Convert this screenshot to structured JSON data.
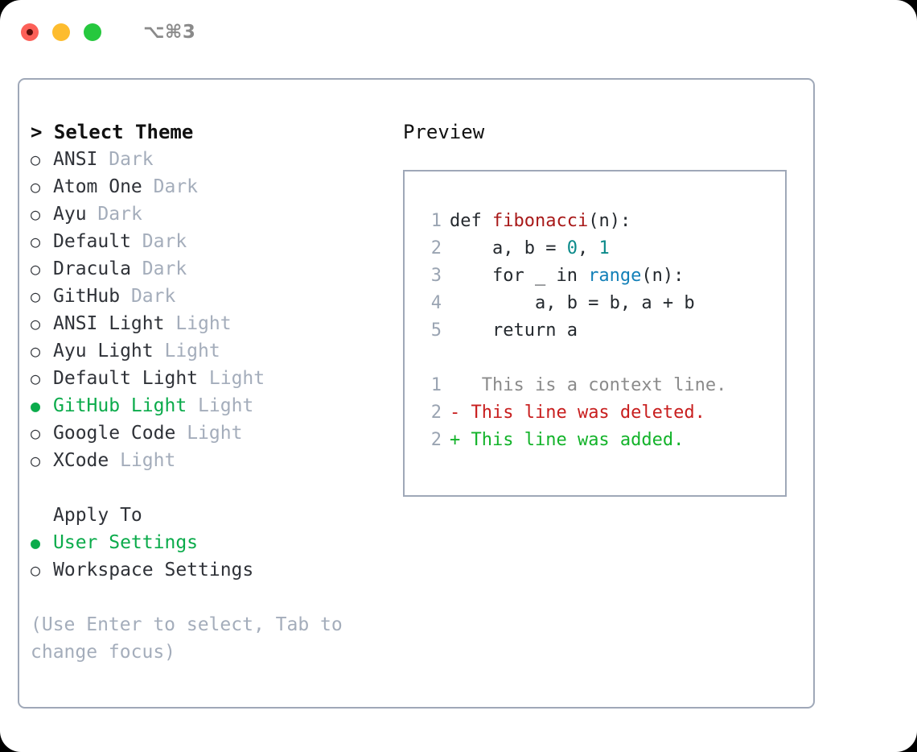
{
  "titlebar": {
    "shortcut": "⌥⌘3",
    "buttons": [
      {
        "name": "close",
        "color": "#fc6058"
      },
      {
        "name": "minimize",
        "color": "#fdbc2e"
      },
      {
        "name": "maximize",
        "color": "#26c83e"
      }
    ]
  },
  "colors": {
    "accent_green": "#0bab4b",
    "muted": "#a4adbb",
    "border": "#9fa8b8",
    "text": "#2f3238",
    "diff_add": "#13b32a",
    "diff_del": "#c81e1e",
    "code_func": "#a81919",
    "code_num": "#0b8a8a",
    "code_builtin": "#1380b8"
  },
  "left": {
    "header": "> Select Theme",
    "themes": [
      {
        "marker": "○",
        "name": "ANSI",
        "kind": "Dark",
        "selected": false
      },
      {
        "marker": "○",
        "name": "Atom One",
        "kind": "Dark",
        "selected": false
      },
      {
        "marker": "○",
        "name": "Ayu",
        "kind": "Dark",
        "selected": false
      },
      {
        "marker": "○",
        "name": "Default",
        "kind": "Dark",
        "selected": false
      },
      {
        "marker": "○",
        "name": "Dracula",
        "kind": "Dark",
        "selected": false
      },
      {
        "marker": "○",
        "name": "GitHub",
        "kind": "Dark",
        "selected": false
      },
      {
        "marker": "○",
        "name": "ANSI Light",
        "kind": "Light",
        "selected": false
      },
      {
        "marker": "○",
        "name": "Ayu Light",
        "kind": "Light",
        "selected": false
      },
      {
        "marker": "○",
        "name": "Default Light",
        "kind": "Light",
        "selected": false
      },
      {
        "marker": "●",
        "name": "GitHub Light",
        "kind": "Light",
        "selected": true
      },
      {
        "marker": "○",
        "name": "Google Code",
        "kind": "Light",
        "selected": false
      },
      {
        "marker": "○",
        "name": "XCode",
        "kind": "Light",
        "selected": false
      }
    ],
    "apply_to_header": "Apply To",
    "apply_to": [
      {
        "marker": "●",
        "name": "User Settings",
        "selected": true
      },
      {
        "marker": "○",
        "name": "Workspace Settings",
        "selected": false
      }
    ],
    "hint": "(Use Enter to select, Tab to change focus)"
  },
  "right": {
    "title": "Preview",
    "code_lines": [
      {
        "no": "1",
        "tokens": [
          {
            "t": "def ",
            "c": "plain"
          },
          {
            "t": "fibonacci",
            "c": "func"
          },
          {
            "t": "(n):",
            "c": "plain"
          }
        ]
      },
      {
        "no": "2",
        "tokens": [
          {
            "t": "    a, b = ",
            "c": "plain"
          },
          {
            "t": "0",
            "c": "num"
          },
          {
            "t": ", ",
            "c": "plain"
          },
          {
            "t": "1",
            "c": "num"
          }
        ]
      },
      {
        "no": "3",
        "tokens": [
          {
            "t": "    for _ in ",
            "c": "plain"
          },
          {
            "t": "range",
            "c": "builtin"
          },
          {
            "t": "(n):",
            "c": "plain"
          }
        ]
      },
      {
        "no": "4",
        "tokens": [
          {
            "t": "        a, b = b, a + b",
            "c": "plain"
          }
        ]
      },
      {
        "no": "5",
        "tokens": [
          {
            "t": "    return a",
            "c": "plain"
          }
        ]
      }
    ],
    "diff_lines": [
      {
        "no": "1",
        "sign": " ",
        "text": "  This is a context line.",
        "kind": "ctx"
      },
      {
        "no": "2",
        "sign": "-",
        "text": " This line was deleted.",
        "kind": "del"
      },
      {
        "no": "2",
        "sign": "+",
        "text": " This line was added.",
        "kind": "add"
      }
    ]
  }
}
